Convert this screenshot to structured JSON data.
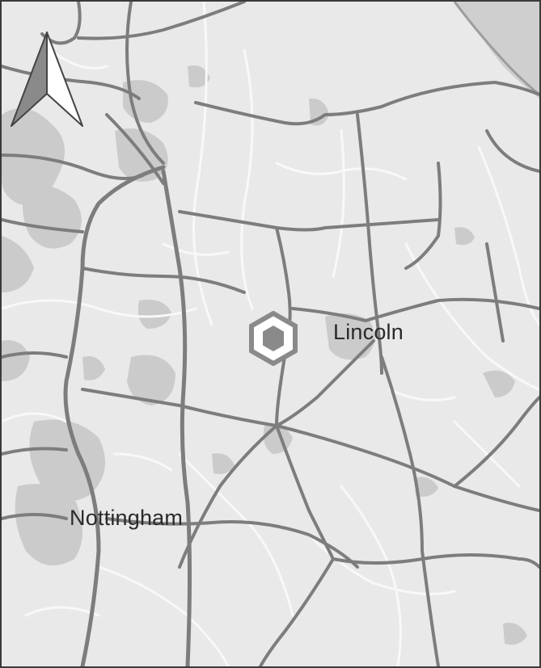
{
  "map": {
    "places": [
      {
        "id": "lincoln",
        "name": "Lincoln"
      },
      {
        "id": "nottingham",
        "name": "Nottingham"
      }
    ],
    "marker": {
      "shape": "hexagon",
      "icon": "site-marker-icon"
    },
    "north_arrow": {
      "icon": "north-arrow-icon"
    },
    "colors": {
      "land": "#e9e9e9",
      "urban": "#c9c9c9",
      "major_road": "#7a7a7a",
      "minor_road": "#f7f7f7",
      "estuary": "#cfcfcf",
      "marker": "#8a8a8a",
      "text": "#2a2a2a"
    }
  }
}
